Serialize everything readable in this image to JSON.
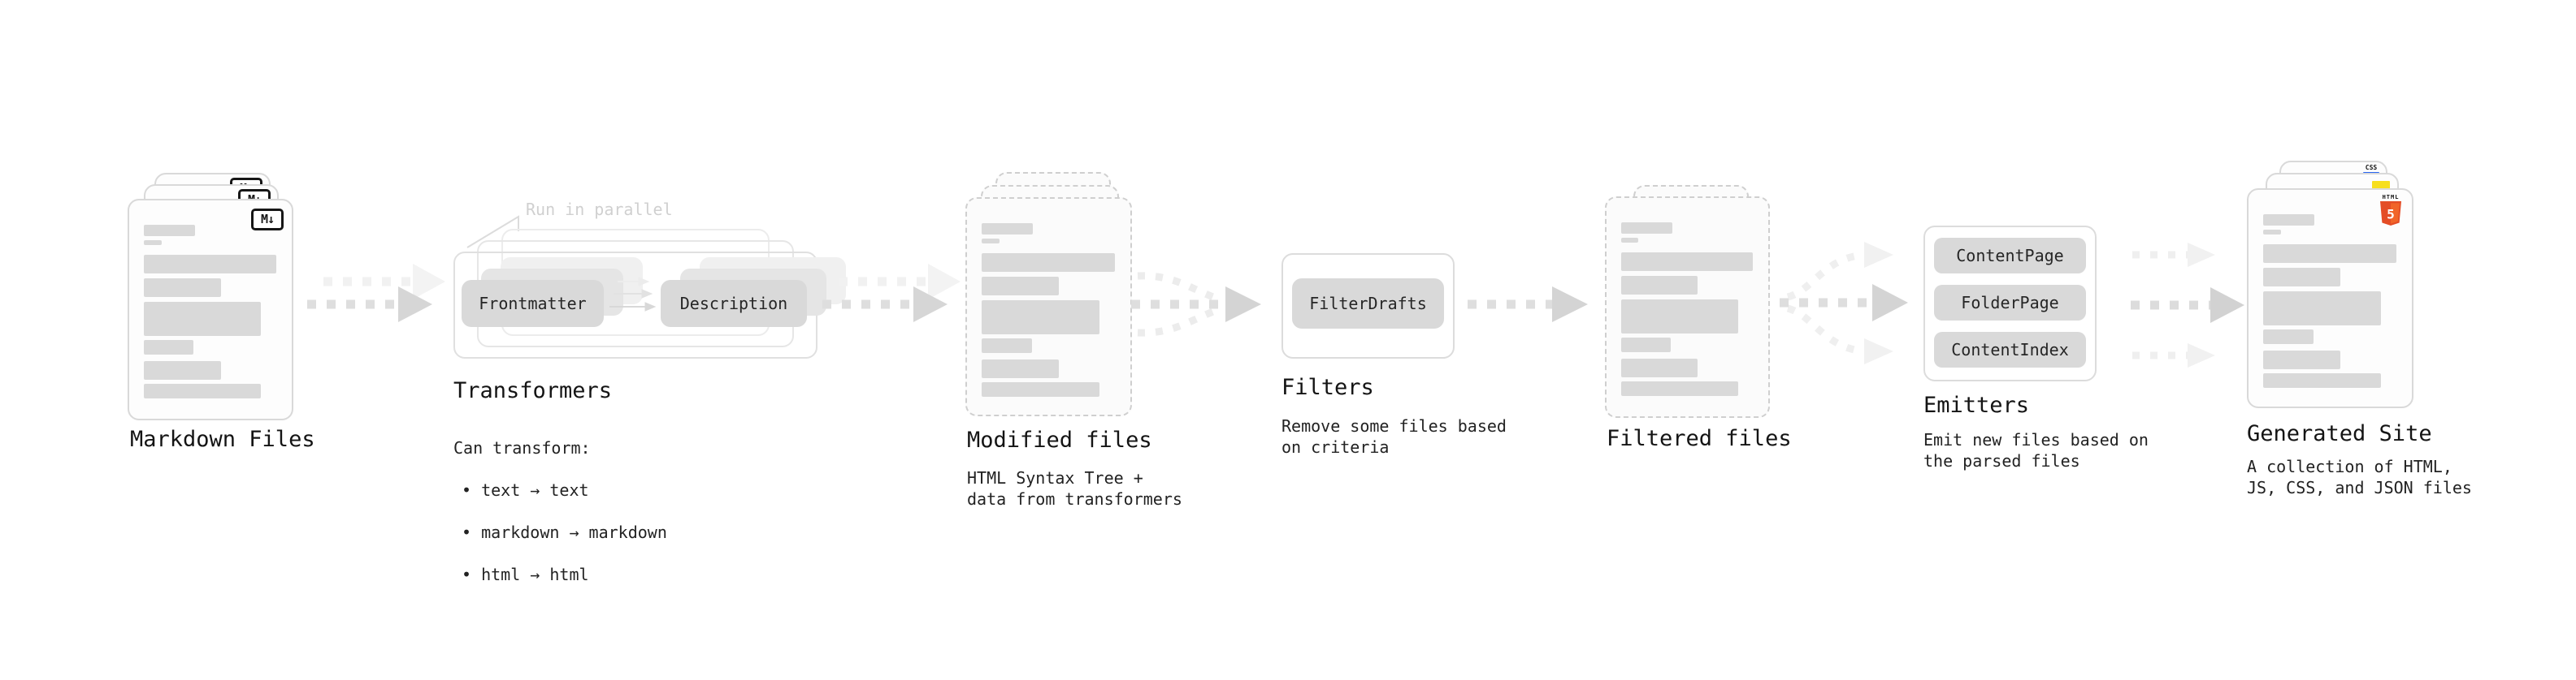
{
  "stages": {
    "markdown": {
      "label": "Markdown Files",
      "badge": "M↓"
    },
    "transformers": {
      "label": "Transformers",
      "note": "Run in parallel",
      "pills": [
        "Frontmatter",
        "Description"
      ],
      "desc_title": "Can transform:",
      "desc_items": [
        "text → text",
        "markdown → markdown",
        "html → html"
      ]
    },
    "modified": {
      "label": "Modified files",
      "desc": "HTML Syntax Tree +\ndata from transformers"
    },
    "filters": {
      "label": "Filters",
      "pill": "FilterDrafts",
      "desc": "Remove some files based\non criteria"
    },
    "filtered": {
      "label": "Filtered files"
    },
    "emitters": {
      "label": "Emitters",
      "pills": [
        "ContentPage",
        "FolderPage",
        "ContentIndex"
      ],
      "desc": "Emit new files based on\nthe parsed files"
    },
    "generated": {
      "label": "Generated Site",
      "desc": "A collection of HTML,\nJS, CSS, and JSON files",
      "badge_css": "CSS",
      "badge_html": "HTML",
      "badge_html_num": "5"
    }
  },
  "colors": {
    "html5_orange_dark": "#e44d26",
    "html5_orange_light": "#f16529",
    "js_yellow": "#f7df1e",
    "css_blue": "#2965f1",
    "pill_gray": "#d9d9d9",
    "arrow_gray": "#d4d4d4",
    "card_border": "#d9d9d9",
    "text_dark": "#161616",
    "muted_note": "#d0d0d0"
  }
}
